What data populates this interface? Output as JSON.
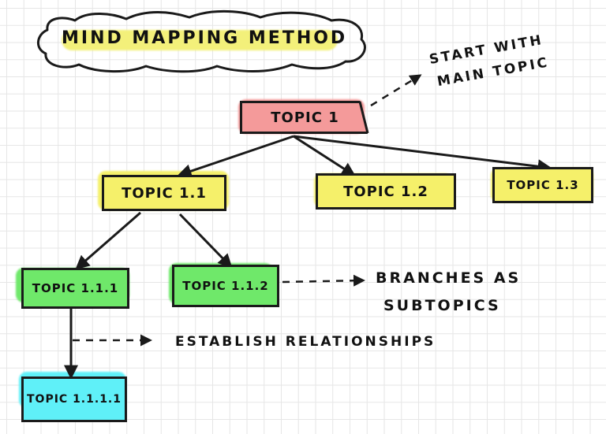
{
  "title": "MIND MAPPING METHOD",
  "colors": {
    "root": "#f49a9a",
    "level1": "#f5f06a",
    "level2": "#6fe86a",
    "level3": "#5ff0f8",
    "title_highlight": "#f3f07a",
    "ink": "#1a1a1a",
    "grid": "#e6e6e6"
  },
  "nodes": {
    "topic_1": "TOPIC 1",
    "topic_1_1": "TOPIC 1.1",
    "topic_1_2": "TOPIC 1.2",
    "topic_1_3": "TOPIC 1.3",
    "topic_1_1_1": "TOPIC 1.1.1",
    "topic_1_1_2": "TOPIC 1.1.2",
    "topic_1_1_1_1": "TOPIC 1.1.1.1"
  },
  "notes": {
    "start_line1": "START WITH",
    "start_line2": "MAIN TOPIC",
    "branches_line1": "BRANCHES AS",
    "branches_line2": "SUBTOPICS",
    "relationships": "ESTABLISH RELATIONSHIPS"
  }
}
